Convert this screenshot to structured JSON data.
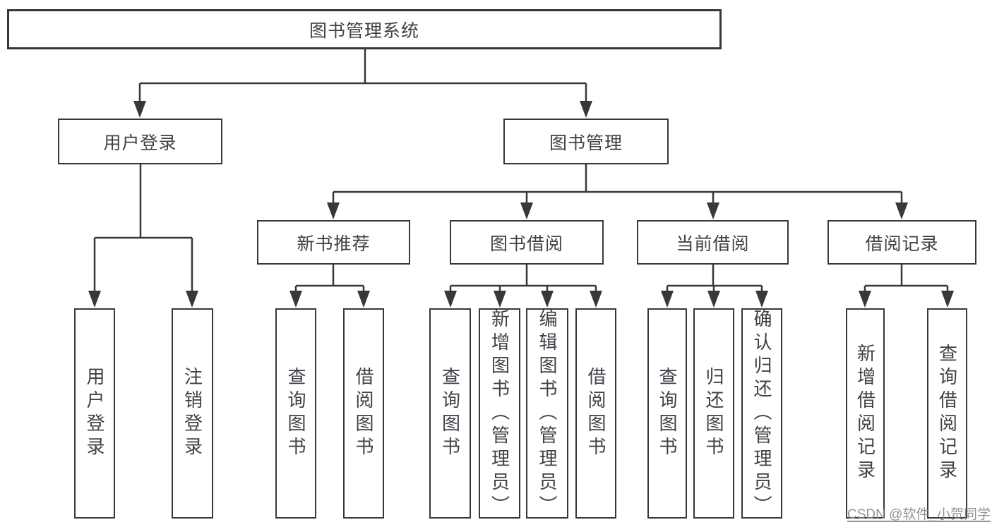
{
  "diagram_title": "图书管理系统",
  "tree": {
    "root": {
      "label": "图书管理系统",
      "children": [
        {
          "label": "用户登录",
          "children": [
            {
              "label": "用户登录"
            },
            {
              "label": "注销登录"
            }
          ]
        },
        {
          "label": "图书管理",
          "children": [
            {
              "label": "新书推荐",
              "children": [
                {
                  "label": "查询图书"
                },
                {
                  "label": "借阅图书"
                }
              ]
            },
            {
              "label": "图书借阅",
              "children": [
                {
                  "label": "查询图书"
                },
                {
                  "label": "新增图书（管理员）"
                },
                {
                  "label": "编辑图书（管理员）"
                },
                {
                  "label": "借阅图书"
                }
              ]
            },
            {
              "label": "当前借阅",
              "children": [
                {
                  "label": "查询图书"
                },
                {
                  "label": "归还图书"
                },
                {
                  "label": "确认归还（管理员）"
                }
              ]
            },
            {
              "label": "借阅记录",
              "children": [
                {
                  "label": "新增借阅记录"
                },
                {
                  "label": "查询借阅记录"
                }
              ]
            }
          ]
        }
      ]
    }
  },
  "watermark": {
    "text": "CSDN @软件_小贺同学",
    "color": "#8d8d8d"
  },
  "colors": {
    "background": "#ffffff",
    "line": "#383838",
    "box_border": "#383838",
    "text": "#3e4147"
  }
}
